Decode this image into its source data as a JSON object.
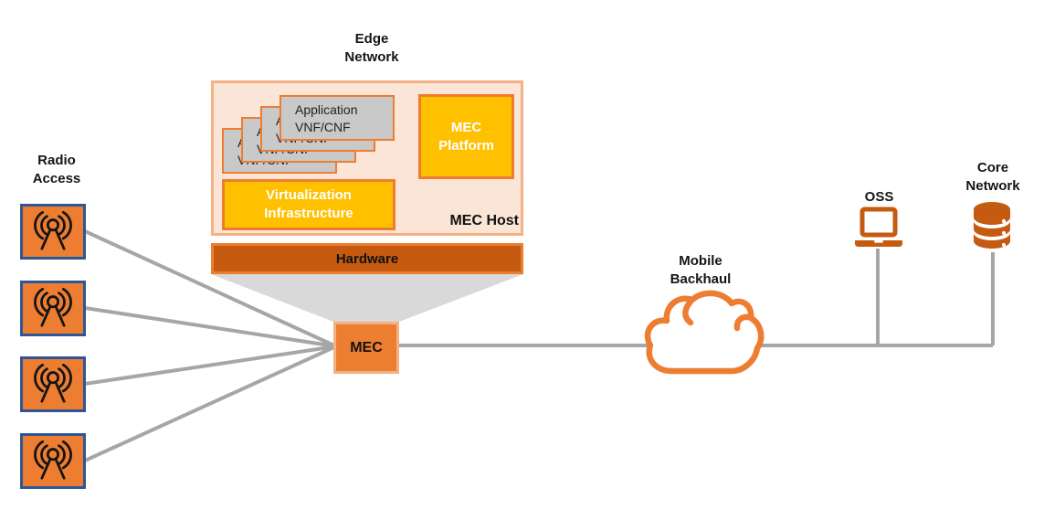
{
  "labels": {
    "edge_network": [
      "Edge",
      "Network"
    ],
    "radio_access": [
      "Radio",
      "Access"
    ],
    "mobile_backhaul": [
      "Mobile",
      "Backhaul"
    ],
    "oss": "OSS",
    "core_network": [
      "Core",
      "Network"
    ]
  },
  "mec_host": {
    "host_label": "MEC Host",
    "application": [
      "Application",
      "VNF/CNF"
    ],
    "application_stack_count": 4,
    "mec_platform": [
      "MEC",
      "Platform"
    ],
    "virtualization_infrastructure": [
      "Virtualization",
      "Infrastructure"
    ],
    "hardware": "Hardware"
  },
  "nodes": {
    "mec": "MEC",
    "radio_access_count": 4
  },
  "icons": {
    "radio_tower": "radio-tower-icon",
    "cloud": "cloud-icon",
    "laptop": "laptop-icon",
    "database": "database-icon"
  },
  "colors": {
    "orange": "#ED7D31",
    "orange_border_light": "#F4B183",
    "peach_fill": "#FBE5D6",
    "amber_fill": "#FFC000",
    "dark_orange": "#C55A11",
    "gray_box_fill": "#C9C9C9",
    "funnel_gray": "#D9D9D9",
    "connector_gray": "#A6A6A6",
    "antenna_border_navy": "#2E5697"
  }
}
